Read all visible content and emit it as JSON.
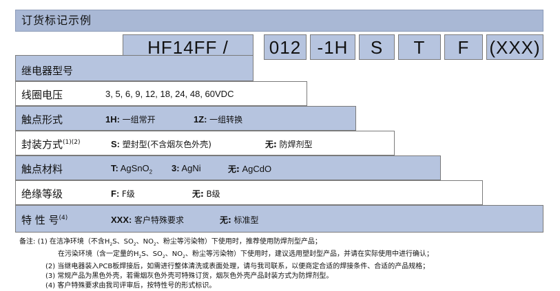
{
  "title": "订货标记示例",
  "codes": [
    "HF14FF /",
    "012",
    "-1H",
    "S",
    "T",
    "F",
    "(XXX)"
  ],
  "rows": {
    "relay_type": {
      "label": "继电器型号"
    },
    "coil_voltage": {
      "label": "线圈电压",
      "text": "3, 5, 6, 9, 12, 18, 24, 48, 60VDC"
    },
    "contact_form": {
      "label": "触点形式",
      "opt1_code": "1H:",
      "opt1_text": "一组常开",
      "opt2_code": "1Z:",
      "opt2_text": "一组转换"
    },
    "package": {
      "label": "封装方式",
      "label_sup": "(1)(2)",
      "opt1_code": "S:",
      "opt1_text": "塑封型(不含烟灰色外壳)",
      "opt2_code": "无:",
      "opt2_text": "防焊剂型"
    },
    "contact_material": {
      "label": "触点材料",
      "opt1_code": "T:",
      "opt1_a": "AgSnO",
      "opt1_sub": "2",
      "opt2_code": "3:",
      "opt2_text": "AgNi",
      "opt3_code": "无:",
      "opt3_text": "AgCdO"
    },
    "insulation": {
      "label": "绝缘等级",
      "opt1_code": "F:",
      "opt1_text": "F级",
      "opt2_code": "无:",
      "opt2_text": "B级"
    },
    "special": {
      "label": "特 性 号",
      "label_sup": "(4)",
      "opt1_code": "XXX:",
      "opt1_text": "客户特殊要求",
      "opt2_code": "无:",
      "opt2_text": "标准型"
    }
  },
  "notes": {
    "prefix": "备注:",
    "n1a_1": "(1) 在洁净环境（不含H",
    "n1a_2": "S、SO",
    "n1a_3": "、NO",
    "n1a_4": "、粉尘等污染物）下使用时，推荐使用防焊剂型产品；",
    "n1b_1": "在污染环境（含一定量的H",
    "n1b_2": "S、SO",
    "n1b_3": "、NO",
    "n1b_4": "、粉尘等污染物）下使用时，建议选用塑封型产品，并请在实际使用中进行确认；",
    "n2": "(2) 当继电器装入PCB板焊接后，如需进行整体清洗或表面处理，请与我司联系，以便商定合适的焊接条件、合适的产品规格；",
    "n3": "(3) 常规产品为黑色外壳，若需烟灰色外壳可特殊订货，烟灰色外壳产品封装方式为防焊剂型。",
    "n4": "(4) 客户特殊要求由我司评审后，按特性号的形式标识。",
    "sub2": "2"
  }
}
